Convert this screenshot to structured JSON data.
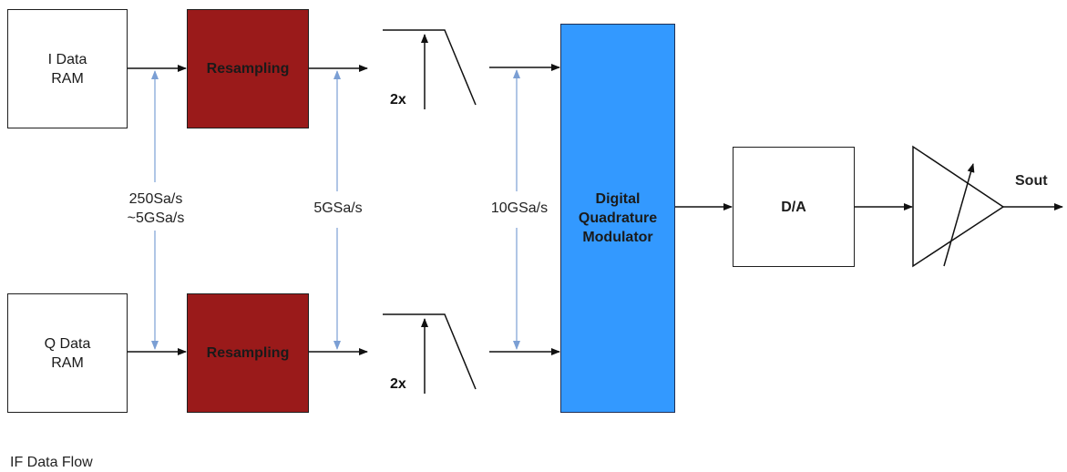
{
  "blocks": {
    "i_ram": "I Data\nRAM",
    "q_ram": "Q Data\nRAM",
    "resample_i": "Resampling",
    "resample_q": "Resampling",
    "filter_i_label": "2x",
    "filter_q_label": "2x",
    "modulator": "Digital\nQuadrature\nModulator",
    "dac": "D/A",
    "output": "Sout"
  },
  "rates": {
    "rate1": "250Sa/s\n~5GSa/s",
    "rate2": "5GSa/s",
    "rate3": "10GSa/s"
  },
  "caption": "IF Data Flow",
  "colors": {
    "resampling": "#9a1a1a",
    "filter": "#e8e8b0",
    "modulator": "#3399ff",
    "rate_arrow": "#7b9fd4"
  }
}
